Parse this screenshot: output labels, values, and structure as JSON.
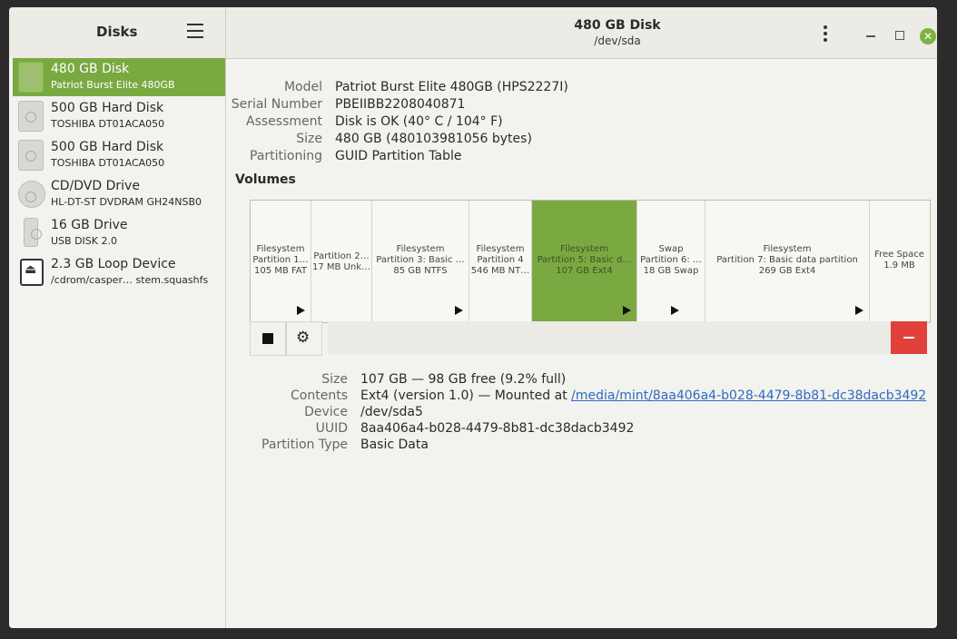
{
  "header": {
    "sidebar_title": "Disks",
    "title": "480 GB Disk",
    "subtitle": "/dev/sda"
  },
  "sidebar": {
    "items": [
      {
        "name": "480 GB Disk",
        "sub": "Patriot Burst Elite 480GB"
      },
      {
        "name": "500 GB Hard Disk",
        "sub": "TOSHIBA DT01ACA050"
      },
      {
        "name": "500 GB Hard Disk",
        "sub": "TOSHIBA DT01ACA050"
      },
      {
        "name": "CD/DVD Drive",
        "sub": "HL-DT-ST DVDRAM GH24NSB0"
      },
      {
        "name": "16 GB Drive",
        "sub": "USB DISK 2.0"
      },
      {
        "name": "2.3 GB Loop Device",
        "sub": "/cdrom/casper… stem.squashfs"
      }
    ]
  },
  "disk": {
    "labels": {
      "model": "Model",
      "serial": "Serial Number",
      "assessment": "Assessment",
      "size": "Size",
      "partitioning": "Partitioning"
    },
    "model": "Patriot Burst Elite 480GB (HPS2227I)",
    "serial": "PBEIIBB2208040871",
    "assessment": "Disk is OK (40° C / 104° F)",
    "size": "480 GB (480103981056 bytes)",
    "partitioning": "GUID Partition Table"
  },
  "volumes": {
    "title": "Volumes",
    "segments": [
      {
        "l1": "Filesystem",
        "l2": "Partition 1…",
        "l3": "105 MB FAT"
      },
      {
        "l1": "Partition 2…",
        "l2": "17 MB Unk…",
        "l3": ""
      },
      {
        "l1": "Filesystem",
        "l2": "Partition 3: Basic …",
        "l3": "85 GB NTFS"
      },
      {
        "l1": "Filesystem",
        "l2": "Partition 4",
        "l3": "546 MB NT…"
      },
      {
        "l1": "Filesystem",
        "l2": "Partition 5: Basic d…",
        "l3": "107 GB Ext4"
      },
      {
        "l1": "Swap",
        "l2": "Partition 6: …",
        "l3": "18 GB Swap"
      },
      {
        "l1": "Filesystem",
        "l2": "Partition 7: Basic data partition",
        "l3": "269 GB Ext4"
      },
      {
        "l1": "Free Space",
        "l2": "1.9 MB",
        "l3": ""
      }
    ]
  },
  "volume_detail": {
    "labels": {
      "size": "Size",
      "contents": "Contents",
      "device": "Device",
      "uuid": "UUID",
      "partition_type": "Partition Type"
    },
    "size": "107 GB — 98 GB free (9.2% full)",
    "contents_prefix": "Ext4 (version 1.0) — Mounted at",
    "mount_path": "/media/mint/8aa406a4-b028-4479-8b81-dc38dacb3492",
    "device": "/dev/sda5",
    "uuid": "8aa406a4-b028-4479-8b81-dc38dacb3492",
    "partition_type": "Basic Data"
  },
  "colors": {
    "accent": "#7aa942",
    "danger": "#e0413b",
    "link": "#2f6bc4"
  }
}
